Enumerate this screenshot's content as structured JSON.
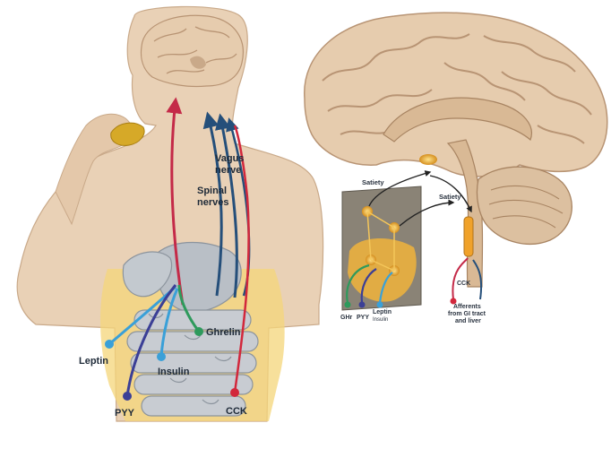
{
  "colors": {
    "skin": "#e9d1b6",
    "skin_edge": "#c9a989",
    "brain": "#e6ccae",
    "brain_fold": "#b89474",
    "organ": "#b9bfc6",
    "organ_edge": "#8c949d",
    "fat": "#f4d57a",
    "gold": "#d6a928",
    "leptin": "#3aa0d8",
    "insulin": "#3aa0d8",
    "ghrelin": "#2e9a5c",
    "pyy": "#3b3f96",
    "cck": "#d2283c",
    "afferent_red": "#c42a48",
    "nerve_blue": "#254f7a",
    "hypothalamus_panel": "#8a8376",
    "hypothalamus_glow": "#f0b43c"
  },
  "left_figure": {
    "labels": {
      "vagus": "Vagus",
      "vagus2": "nerve",
      "spinal": "Spinal",
      "spinal2": "nerves",
      "leptin": "Leptin",
      "insulin": "Insulin",
      "ghrelin": "Ghrelin",
      "pyy": "PYY",
      "cck": "CCK"
    }
  },
  "right_figure": {
    "labels": {
      "satiety_top": "Satiety",
      "satiety_right": "Satiety",
      "ghr": "GHr",
      "pyy": "PYY",
      "leptin": "Leptin",
      "insulin": "Insulin",
      "cck": "CCK",
      "afferents1": "Afferents",
      "afferents2": "from GI tract",
      "afferents3": "and liver"
    }
  }
}
